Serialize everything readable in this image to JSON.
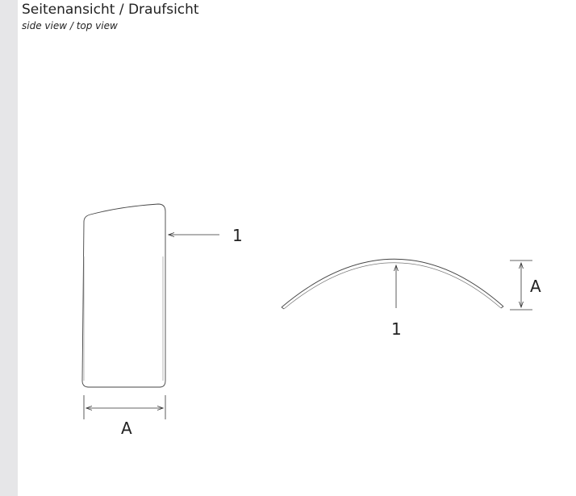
{
  "header": {
    "title": "Seitenansicht / Draufsicht",
    "subtitle": "side view / top view"
  },
  "side_view": {
    "callout_label": "1",
    "dimension_label": "A"
  },
  "top_view": {
    "callout_label": "1",
    "dimension_label": "A"
  },
  "colors": {
    "background": "#e6e6e8",
    "panel": "#ffffff",
    "line": "#333333"
  }
}
